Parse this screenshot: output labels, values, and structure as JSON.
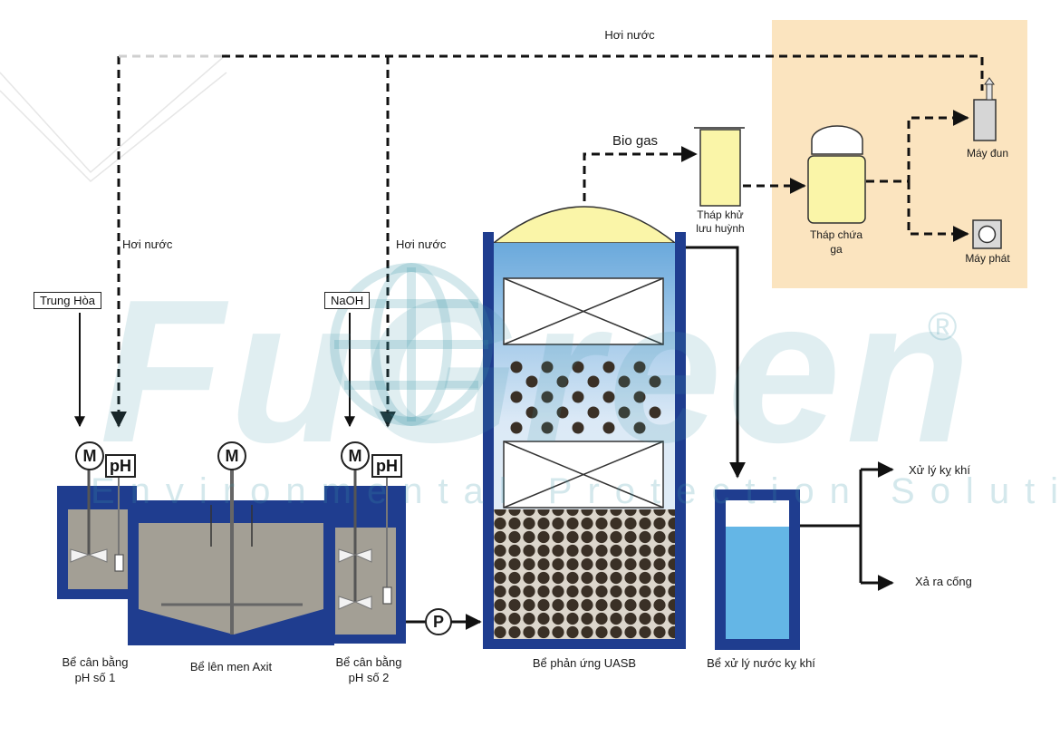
{
  "labels": {
    "hoi_nuoc_top": "Hơi nước",
    "hoi_nuoc_left": "Hơi nước",
    "hoi_nuoc_mid": "Hơi nước",
    "bio_gas": "Bio gas",
    "thap_khu_line1": "Tháp khử",
    "thap_khu_line2": "lưu huỳnh",
    "thap_chua_line1": "Tháp chứa",
    "thap_chua_line2": "ga",
    "may_dun": "Máy đun",
    "may_phat": "Máy phát",
    "trung_hoa": "Trung Hòa",
    "naoh": "NaOH",
    "motor": "M",
    "ph": "pH",
    "pump": "P",
    "be_can_bang_1_line1": "Bể cân bằng",
    "be_can_bang_1_line2": "pH số 1",
    "be_len_men": "Bể lên men Axit",
    "be_can_bang_2_line1": "Bể cân bằng",
    "be_can_bang_2_line2": "pH số 2",
    "be_uasb": "Bể phản ứng UASB",
    "be_xu_ly": "Bể xử lý nước kỵ khí",
    "xu_ly_ky_khi": "Xử lý kỵ khí",
    "xa_ra_cong": "Xả ra cống"
  },
  "watermark": {
    "brand": "FuGreen",
    "reg": "®",
    "tagline": "Environmental Protection Solution"
  },
  "colors": {
    "tank_blue": "#1f3d8f",
    "sludge": "#a39f95",
    "water_blue": "#64b6e6",
    "gas_yellow": "#faf5a8",
    "panel_bg": "#fbe4bf",
    "pellet": "#3a3026"
  }
}
